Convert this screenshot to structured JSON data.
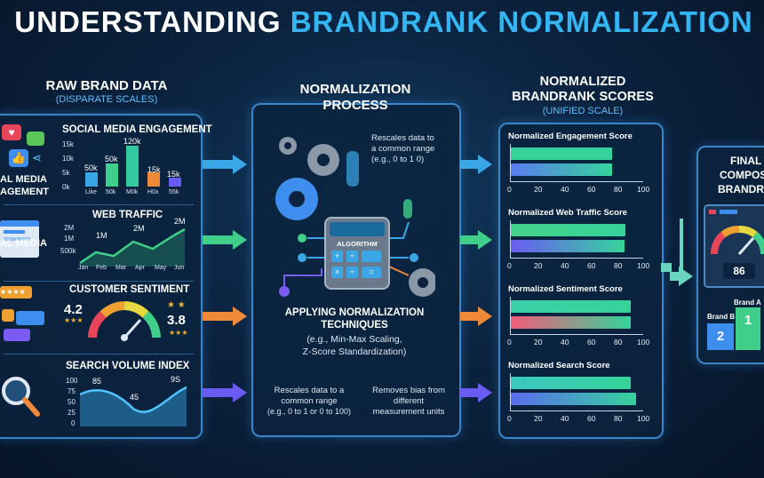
{
  "title": {
    "part1": "UNDERSTANDING",
    "part2": "BRANDRANK NORMALIZATION"
  },
  "left": {
    "heading": "RAW BRAND DATA",
    "subheading": "(DISPARATE SCALES)",
    "social": {
      "title": "SOCIAL MEDIA ENGAGEMENT",
      "side_label_1": "AL MEDIA",
      "side_label_2": "AGEMENT",
      "y_labels": [
        "15k",
        "10k",
        "5k",
        "0k"
      ],
      "categories": [
        "Like",
        "50k",
        "M0k",
        "H0x",
        "55k"
      ],
      "values": [
        "50k",
        "50k",
        "120k",
        "15k",
        "15k"
      ]
    },
    "web": {
      "title": "WEB TRAFFIC",
      "side_label": "AL MEDIA",
      "y_labels": [
        "2M",
        "1M",
        "500k"
      ],
      "x_labels": [
        "Jan",
        "Feb",
        "Mar",
        "Apr",
        "May",
        "Jun"
      ],
      "annotations": [
        "1M",
        "2M",
        "2M"
      ]
    },
    "sentiment": {
      "title": "CUSTOMER SENTIMENT",
      "left_value": "4.2",
      "right_value": "3.8"
    },
    "search": {
      "title": "SEARCH VOLUME INDEX",
      "y_labels": [
        "100",
        "75",
        "50",
        "25",
        "0"
      ],
      "annotations": [
        "85",
        "45",
        "9S"
      ]
    }
  },
  "center": {
    "heading_1": "NORMALIZATION",
    "heading_2": "PROCESS",
    "top_note_1": "Rescales data to",
    "top_note_2": "a common range",
    "top_note_3": "(e.g., 0 to 1 0)",
    "algorithm_label": "ALGORITHM",
    "applying_1": "APPLYING NORMALIZATION",
    "applying_2": "TECHNIQUES",
    "applying_3": "(e.g., Min-Max Scaling,",
    "applying_4": "Z-Score Standardization)",
    "foot_left_1": "Rescales data to a",
    "foot_left_2": "common range",
    "foot_left_3": "(e.g., 0 to 1 or 0 to 100)",
    "foot_right_1": "Removes bias from",
    "foot_right_2": "different",
    "foot_right_3": "measurement units"
  },
  "right": {
    "heading_1": "NORMALIZED",
    "heading_2": "BRANDRANK SCORES",
    "subheading": "(UNIFIED SCALE)",
    "axis_labels": [
      "0",
      "20",
      "40",
      "60",
      "80",
      "100"
    ],
    "scores": [
      {
        "label": "Normalized Engagement Score",
        "bars": [
          {
            "value": 76,
            "color": "#35d39a"
          },
          {
            "value": 76,
            "color": "#5b7cf0"
          }
        ]
      },
      {
        "label": "Normalized Web Traffic Score",
        "bars": [
          {
            "value": 86,
            "color": "#45d28a"
          },
          {
            "value": 85,
            "color": "#6a5cf2"
          }
        ]
      },
      {
        "label": "Normalized Sentiment Score",
        "bars": [
          {
            "value": 90,
            "color": "#3cd0a8"
          },
          {
            "value": 90,
            "color": "#f25c7a"
          }
        ]
      },
      {
        "label": "Normalized Search Score",
        "bars": [
          {
            "value": 90,
            "color": "#3cc7c0"
          },
          {
            "value": 94,
            "color": "#5a6cf0"
          }
        ]
      }
    ]
  },
  "final": {
    "heading_1": "FINAL",
    "heading_2": "COMPOS",
    "heading_3": "BRANDRA",
    "gauge_value": "86",
    "brand_a": "Brand A",
    "brand_b": "Brand B",
    "rank_1": "1",
    "rank_2": "2"
  },
  "colors": {
    "accent": "#33b6f2",
    "arrow_row_1": "#3aa6e6",
    "arrow_row_2": "#3fcf8a",
    "arrow_row_3": "#f08a3a",
    "arrow_row_4": "#6a5cf2"
  }
}
